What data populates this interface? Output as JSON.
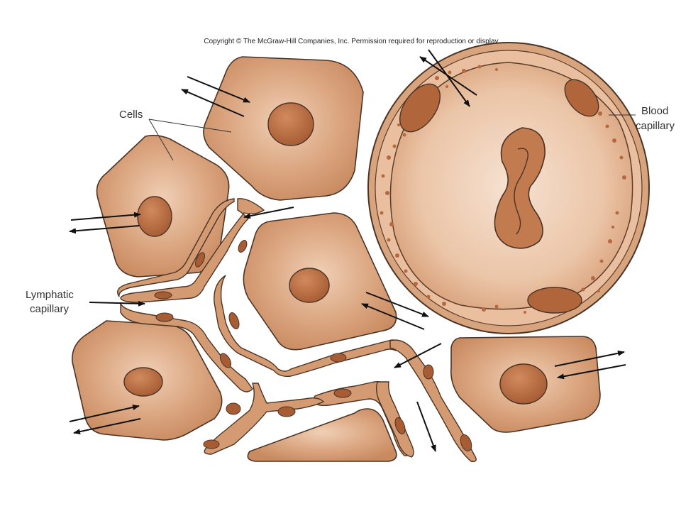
{
  "copyright": "Copyright © The McGraw-Hill Companies, Inc. Permission required for reproduction or display.",
  "labels": {
    "cells": "Cells",
    "blood_line1": "Blood",
    "blood_line2": "capillary",
    "lymph_line1": "Lymphatic",
    "lymph_line2": "capillary"
  },
  "colors": {
    "cell_fill": "#c98e66",
    "cell_center": "#ecc7aa",
    "nucleus": "#b0653b",
    "outline": "#4a3426",
    "capillary_wall": "#cf9a74",
    "capillary_lumen": "#f1d3bb",
    "granule": "#b8683f",
    "arrow": "#111111"
  }
}
